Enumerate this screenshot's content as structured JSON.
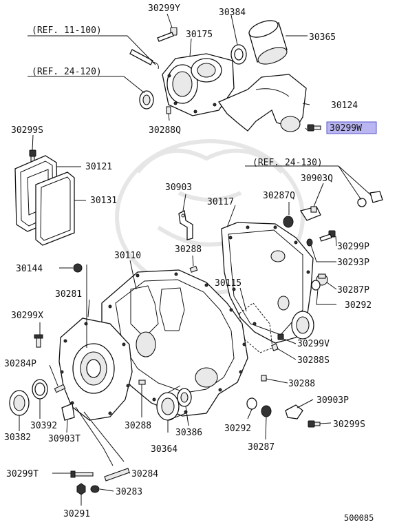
{
  "diagram_code": "500085",
  "highlight_part": "30299W",
  "refs": {
    "r11_100": "(REF. 11-100)",
    "r24_120": "(REF. 24-120)",
    "r24_130": "(REF. 24-130)"
  },
  "parts": {
    "p30299Y": "30299Y",
    "p30384": "30384",
    "p30175": "30175",
    "p30365": "30365",
    "p30124": "30124",
    "p30288Q": "30288Q",
    "p30299W": "30299W",
    "p30299S_top": "30299S",
    "p30121": "30121",
    "p30131": "30131",
    "p30903": "30903",
    "p30117": "30117",
    "p30287Q": "30287Q",
    "p30903Q": "30903Q",
    "p30299P": "30299P",
    "p30293P": "30293P",
    "p30144": "30144",
    "p30110": "30110",
    "p30288_mid": "30288",
    "p30287P": "30287P",
    "p30281": "30281",
    "p30115": "30115",
    "p30292_right": "30292",
    "p30299X": "30299X",
    "p30299V": "30299V",
    "p30284P": "30284P",
    "p30288S": "30288S",
    "p30288_right": "30288",
    "p30903P": "30903P",
    "p30299S_bottom": "30299S",
    "p30382": "30382",
    "p30392": "30392",
    "p30288_bottom": "30288",
    "p30386": "30386",
    "p30292_bottom": "30292",
    "p30903T": "30903T",
    "p30364": "30364",
    "p30287": "30287",
    "p30299T": "30299T",
    "p30284": "30284",
    "p30283": "30283",
    "p30291": "30291"
  }
}
